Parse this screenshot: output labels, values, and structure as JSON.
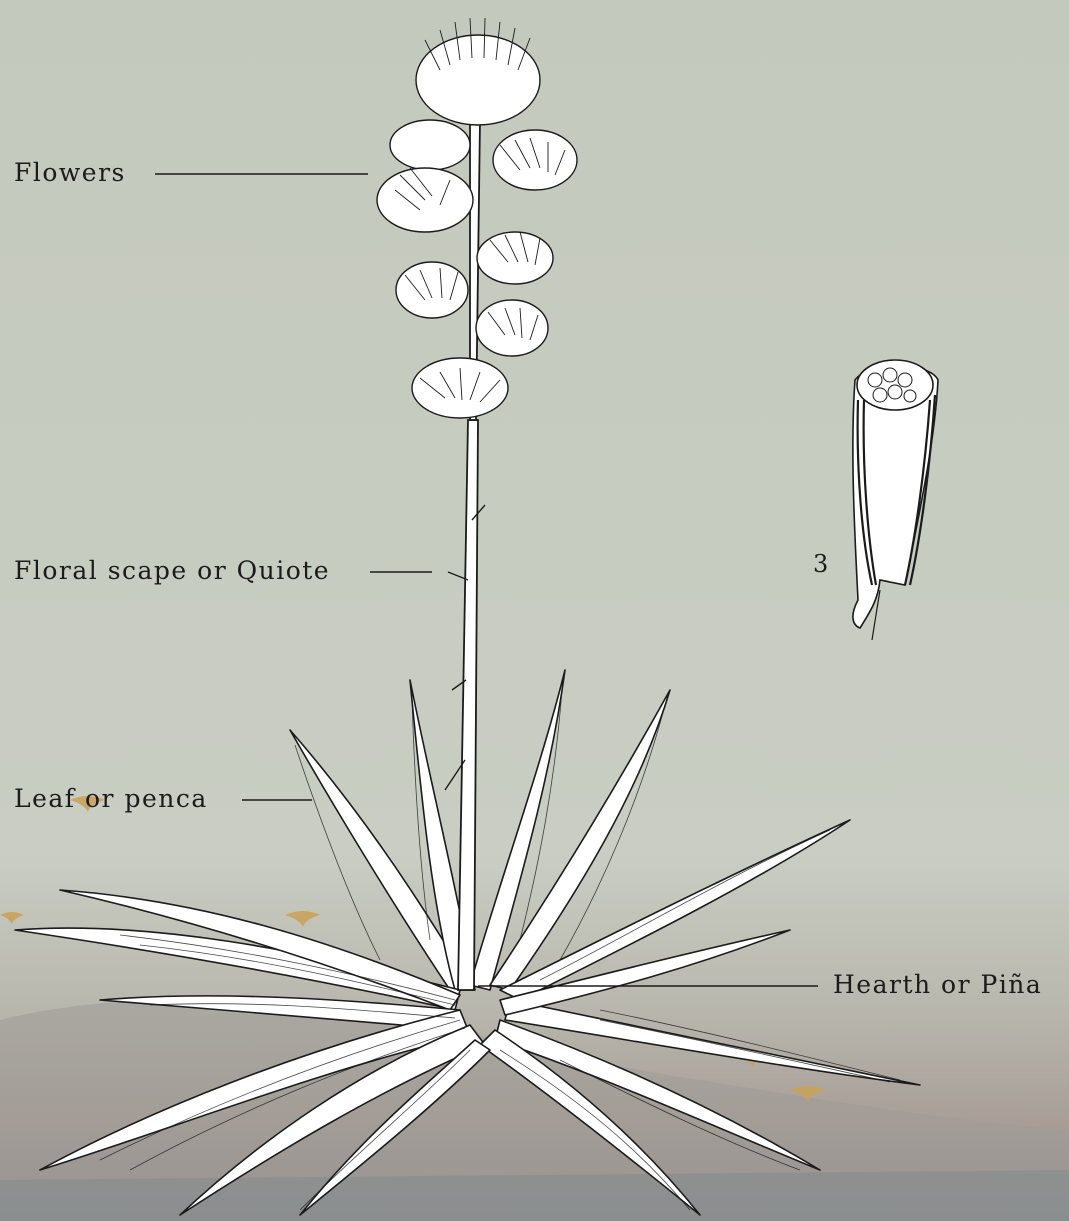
{
  "labels": {
    "flowers": "Flowers",
    "scape": "Floral scape or Quiote",
    "leaf": "Leaf or penca",
    "hearth": "Hearth or Piña",
    "figure_number": "3"
  },
  "colors": {
    "ink": "#1b1b1b",
    "paper": "#c6cbc0",
    "leaf_fill": "#ffffff",
    "bird": "#c9a25a"
  }
}
